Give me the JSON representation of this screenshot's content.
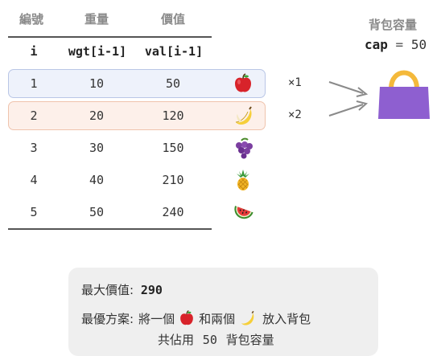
{
  "table": {
    "headers": [
      "編號",
      "重量",
      "價值"
    ],
    "subheaders": [
      "i",
      "wgt[i-1]",
      "val[i-1]"
    ],
    "rows": [
      {
        "i": "1",
        "wgt": "10",
        "val": "50",
        "item": "apple-icon",
        "highlight": "blue",
        "qty": "×1"
      },
      {
        "i": "2",
        "wgt": "20",
        "val": "120",
        "item": "banana-icon",
        "highlight": "orange",
        "qty": "×2"
      },
      {
        "i": "3",
        "wgt": "30",
        "val": "150",
        "item": "grapes-icon",
        "highlight": null
      },
      {
        "i": "4",
        "wgt": "40",
        "val": "210",
        "item": "pineapple-icon",
        "highlight": null
      },
      {
        "i": "5",
        "wgt": "50",
        "val": "240",
        "item": "watermelon-icon",
        "highlight": null
      }
    ]
  },
  "bag": {
    "title": "背包容量",
    "cap_label": "cap",
    "cap_eq": "=",
    "cap_value": "50"
  },
  "summary": {
    "max_label": "最大價值:",
    "max_value": "290",
    "plan_label": "最優方案:",
    "plan_text_1": "將一個",
    "plan_text_2": "和兩個",
    "plan_text_3": "放入背包",
    "plan_line2_a": "共佔用",
    "plan_line2_num": "50",
    "plan_line2_b": "背包容量"
  },
  "colors": {
    "highlight_blue_bg": "#eef2fb",
    "highlight_blue_border": "#b9c6e6",
    "highlight_orange_bg": "#fdf0ea",
    "highlight_orange_border": "#efc3ad",
    "bag": "#8e5fd0",
    "bag_handle": "#f4b93b",
    "arrow": "#8a8a8a"
  }
}
